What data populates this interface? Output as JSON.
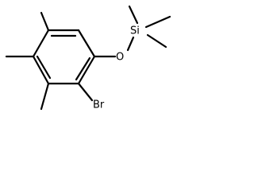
{
  "structure": {
    "atoms": {
      "oxygen": "O",
      "silicon": "Si",
      "bromine": "Br"
    }
  }
}
